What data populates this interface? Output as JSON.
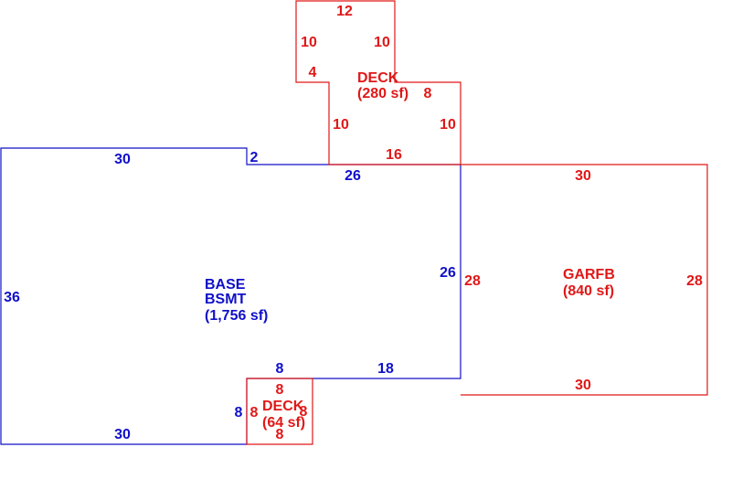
{
  "colors": {
    "base": "#1010c8",
    "addition": "#e01818",
    "background": "#ffffff"
  },
  "areas": {
    "base": {
      "lines": [
        "BASE",
        "BSMT",
        "(1,756 sf)"
      ]
    },
    "deck_top": {
      "name": "DECK",
      "area": "(280 sf)"
    },
    "garage": {
      "name": "GARFB",
      "area": "(840 sf)"
    },
    "deck_small": {
      "name": "DECK",
      "area": "(64 sf)"
    }
  },
  "dimensions": {
    "base": {
      "top_left": "30",
      "step": "2",
      "top_right": "26",
      "left": "36",
      "right": "26",
      "bottom_left": "30",
      "notch_right": "18",
      "notch_top": "8",
      "notch_side": "8"
    },
    "deck_top": {
      "top": "12",
      "left_upper": "10",
      "right_upper": "10",
      "ledge": "4",
      "right_step": "8",
      "left_lower": "10",
      "right_lower": "10",
      "bottom": "16"
    },
    "garage": {
      "top": "30",
      "left": "28",
      "right": "28",
      "bottom": "30"
    },
    "deck_small": {
      "top": "8",
      "left": "8",
      "right": "8",
      "bottom": "8"
    }
  }
}
